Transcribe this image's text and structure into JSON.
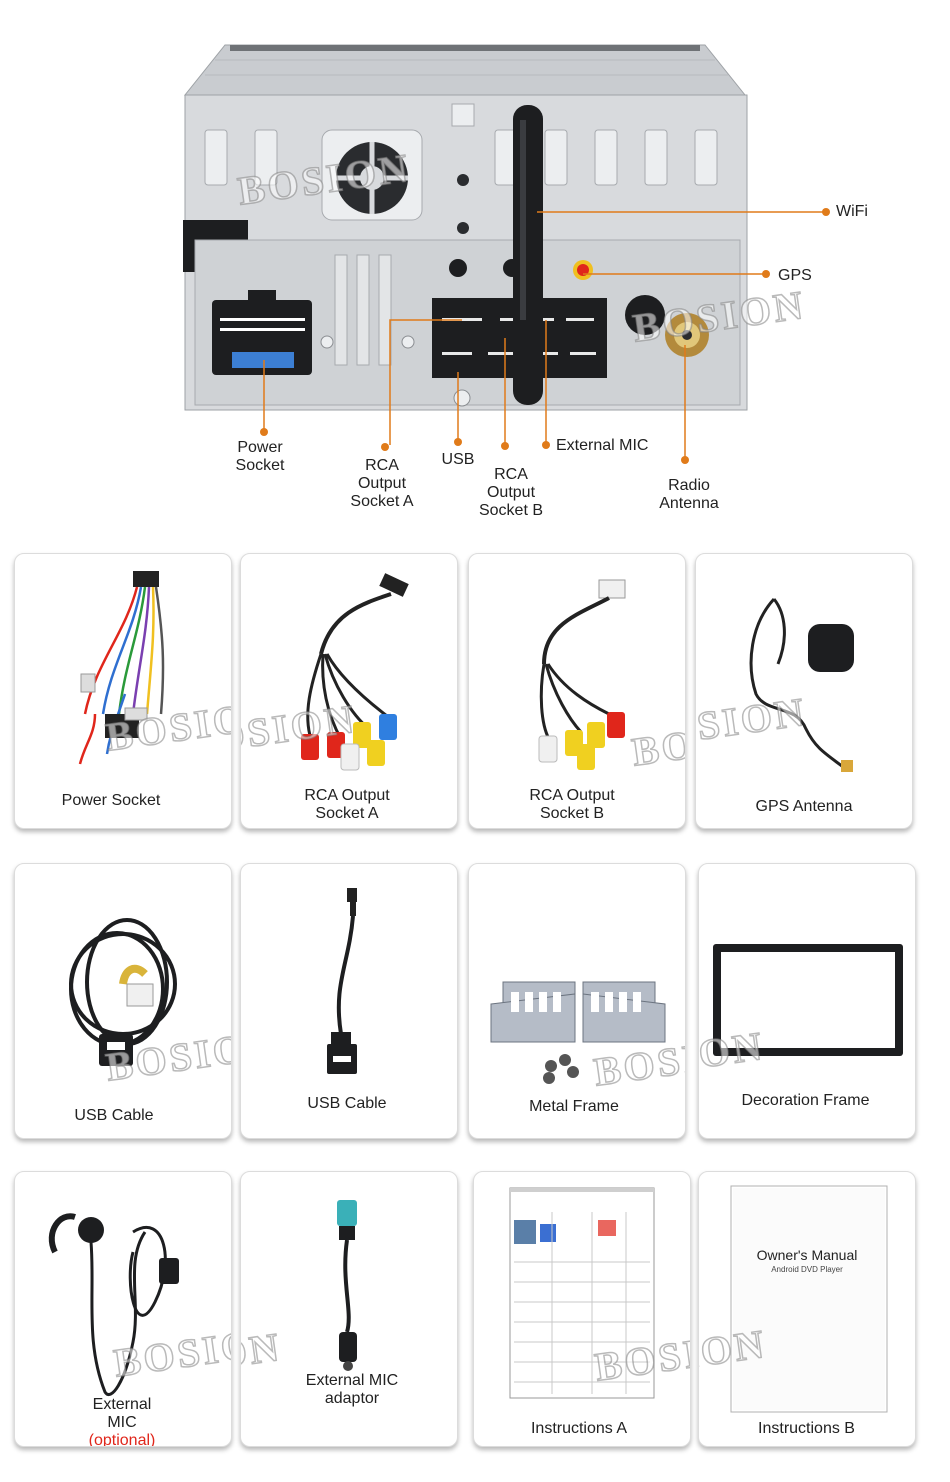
{
  "brand": {
    "watermark": "BOSION"
  },
  "colors": {
    "accent": "#e07b1a",
    "note_red": "#e0261b",
    "panel": "#d8dadd"
  },
  "callouts": {
    "wifi": "WiFi",
    "gps": "GPS",
    "power_socket": "Power\nSocket",
    "rca_a": "RCA\nOutput\nSocket A",
    "usb": "USB",
    "rca_b": "RCA\nOutput\nSocket B",
    "external_mic": "External MIC",
    "radio_antenna": "Radio\nAntenna"
  },
  "cards": [
    {
      "label": "Power Socket",
      "icon": "wiring-harness"
    },
    {
      "label": "RCA Output\nSocket A",
      "icon": "rca-cable"
    },
    {
      "label": "RCA Output\nSocket B",
      "icon": "rca-cable"
    },
    {
      "label": "GPS Antenna",
      "icon": "gps-antenna"
    },
    {
      "label": "USB Cable",
      "icon": "usb-cable-coiled"
    },
    {
      "label": "USB Cable",
      "icon": "usb-cable"
    },
    {
      "label": "Metal Frame",
      "icon": "metal-brackets"
    },
    {
      "label": "Decoration Frame",
      "icon": "decoration-frame"
    },
    {
      "label": "External\nMIC",
      "note": "(optional)",
      "icon": "microphone"
    },
    {
      "label": "External MIC\nadaptor",
      "icon": "mic-adaptor"
    },
    {
      "label": "Instructions A",
      "icon": "instruction-sheet"
    },
    {
      "label": "Instructions B",
      "icon": "owners-manual"
    }
  ],
  "manual": {
    "title": "Owner's Manual",
    "subtitle": "Android DVD Player"
  }
}
